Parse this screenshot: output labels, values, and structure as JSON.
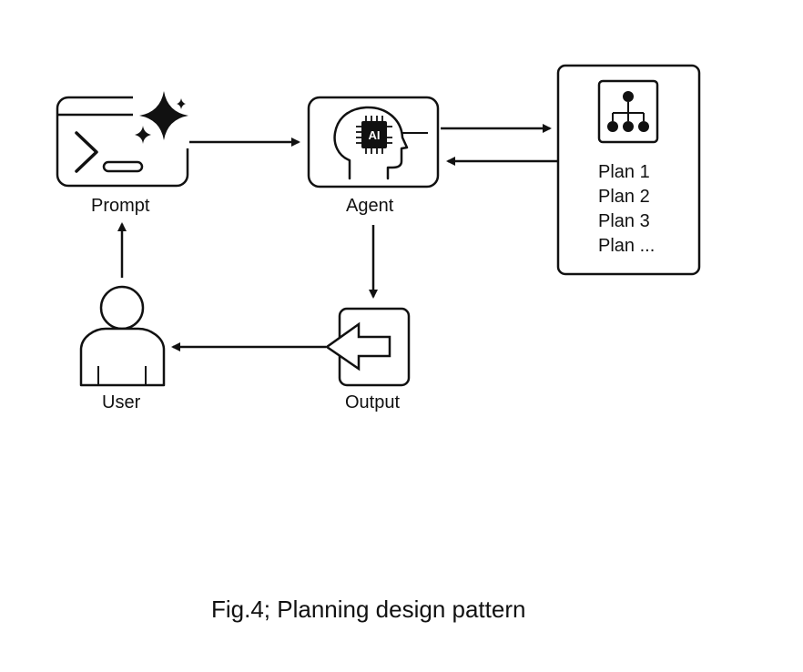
{
  "nodes": {
    "prompt": {
      "label": "Prompt",
      "icon": "terminal-sparkle-icon"
    },
    "agent": {
      "label": "Agent",
      "icon": "ai-head-icon",
      "chip_text": "AI"
    },
    "output": {
      "label": "Output",
      "icon": "arrow-left-box-icon"
    },
    "user": {
      "label": "User",
      "icon": "user-icon"
    },
    "plans": {
      "icon": "hierarchy-icon",
      "items": [
        "Plan 1",
        "Plan 2",
        "Plan 3",
        "Plan ..."
      ]
    }
  },
  "caption": "Fig.4; Planning design pattern",
  "colors": {
    "stroke": "#111111",
    "background": "#ffffff"
  }
}
